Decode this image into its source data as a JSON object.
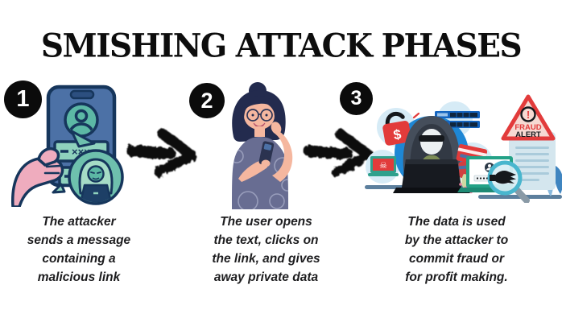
{
  "title": "SMISHING ATTACK PHASES",
  "phases": [
    {
      "number": "1",
      "description": "The attacker\nsends a message\ncontaining a\nmalicious link"
    },
    {
      "number": "2",
      "description": "The user opens\nthe text, clicks on\nthe link, and gives\naway private data"
    },
    {
      "number": "3",
      "description": "The data is used\nby the attacker to\ncommit fraud or\nfor profit making."
    }
  ],
  "illustration1": {
    "message1": "×××",
    "message2": "××"
  },
  "illustration3": {
    "padlock_symbol": "$",
    "skull_symbol": "☠",
    "alert_exclamation": "!",
    "fraud_alert": [
      "FRAUD",
      "ALERT"
    ]
  },
  "colors": {
    "badge": "#0b0b0b",
    "navy_outline": "#16365c",
    "phone_blue": "#4c71a6",
    "teal": "#6ec0ad",
    "bubble_green": "#8fd2bd",
    "hand_pink": "#efacbe",
    "hair_navy": "#232b4e",
    "skin_peach": "#f5b79f",
    "shirt_slate": "#686d92",
    "hacker_circle_blue": "#1e87d5",
    "satellite_blue": "#d6ebf6",
    "alert_red": "#e23b3b",
    "laptop_green": "#23a287",
    "desk_gray": "#5c7f9d"
  }
}
